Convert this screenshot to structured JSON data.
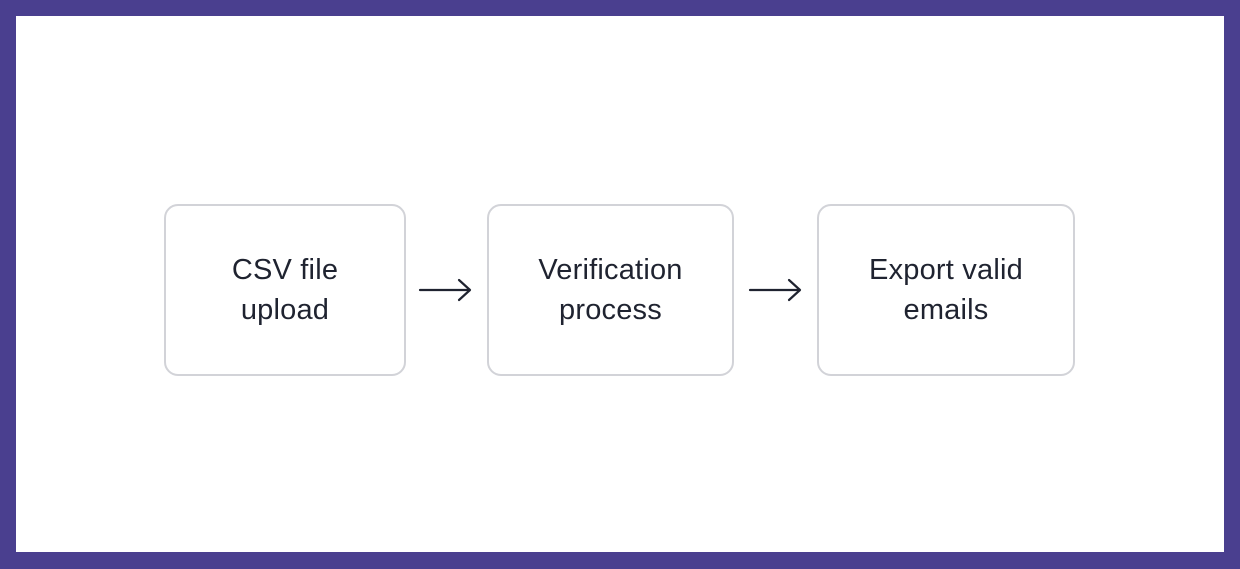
{
  "colors": {
    "border_frame": "#4a3f8f",
    "background": "#ffffff",
    "box_border": "#d2d3d8",
    "text": "#1f2330",
    "arrow": "#1f2330"
  },
  "steps": [
    {
      "line1": "CSV file",
      "line2": "upload"
    },
    {
      "line1": "Verification",
      "line2": "process"
    },
    {
      "line1": "Export valid",
      "line2": "emails"
    }
  ],
  "connectors": [
    {
      "icon": "arrow-right-icon"
    },
    {
      "icon": "arrow-right-icon"
    }
  ]
}
